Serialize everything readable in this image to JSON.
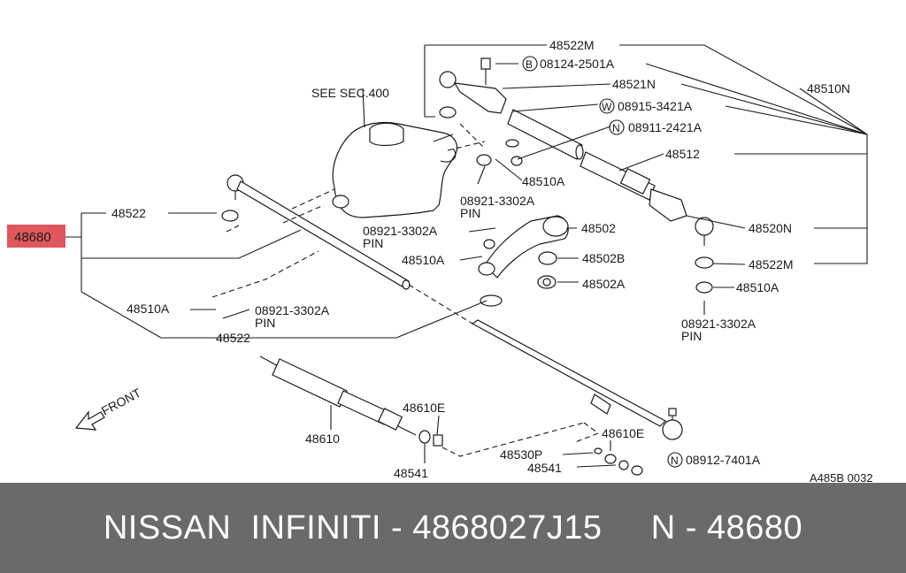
{
  "diagram": {
    "highlight_color": "#e0575b",
    "highlighted_part": "48680",
    "labels": {
      "see_sec": "SEE SEC.400",
      "p48522M_top": "48522M",
      "p08124": "08124-2501A",
      "p08124_badge": "B",
      "p48521N": "48521N",
      "p48510N": "48510N",
      "p08915": "08915-3421A",
      "p08915_badge": "W",
      "p08911": "08911-2421A",
      "p08911_badge": "N",
      "p48512": "48512",
      "p48510A_top": "48510A",
      "p08921_top": "08921-3302A",
      "pin_top": "PIN",
      "p48520N": "48520N",
      "p48502": "48502",
      "p48502B": "48502B",
      "p48502A": "48502A",
      "p48522M_right": "48522M",
      "p48510A_right": "48510A",
      "p08921_right": "08921-3302A",
      "pin_right": "PIN",
      "p48522_left": "48522",
      "p48680": "48680",
      "p08921_mid": "08921-3302A",
      "pin_mid": "PIN",
      "p48510A_mid": "48510A",
      "p48510A_left": "48510A",
      "p08921_left": "08921-3302A",
      "pin_left": "PIN",
      "p48522_bottom": "48522",
      "front": "FRONT",
      "p48610E_a": "48610E",
      "p48610": "48610",
      "p48541_a": "48541",
      "p48610E_b": "48610E",
      "p48530P": "48530P",
      "p48541_b": "48541",
      "p08912": "08912-7401A",
      "p08912_badge": "N",
      "code": "A485B 0032"
    }
  },
  "footer": {
    "text": "NISSAN  INFINITI - 4868027J15     N - 48680"
  }
}
